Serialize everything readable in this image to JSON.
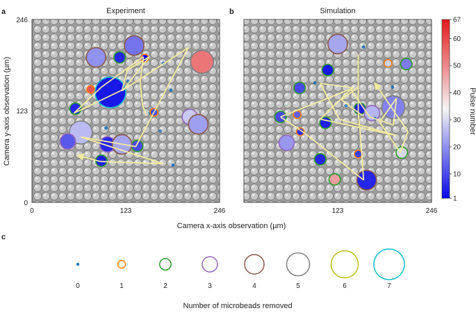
{
  "panels": {
    "a": {
      "letter": "a",
      "title": "Experiment"
    },
    "b": {
      "letter": "b",
      "title": "Simulation"
    },
    "c": {
      "letter": "c"
    }
  },
  "axes": {
    "xlabel": "Camera x-axis observation (µm)",
    "ylabel": "Camera y-axis observation (µm)",
    "ticks": [
      "0",
      "123",
      "246"
    ]
  },
  "colorbar": {
    "label": "Pulse number",
    "ticks": [
      "1",
      "10",
      "20",
      "30",
      "40",
      "50",
      "60",
      "67"
    ],
    "colors": {
      "low": "#0a0ae6",
      "mid": "#f4f4f4",
      "high": "#e41a1c"
    }
  },
  "legend": {
    "xlabel": "Number of microbeads removed",
    "items": [
      {
        "label": "0",
        "color": "#1f77b4"
      },
      {
        "label": "1",
        "color": "#ff7f0e"
      },
      {
        "label": "2",
        "color": "#2ca02c"
      },
      {
        "label": "3",
        "color": "#9467bd"
      },
      {
        "label": "4",
        "color": "#8c564b"
      },
      {
        "label": "5",
        "color": "#7f7f7f"
      },
      {
        "label": "6",
        "color": "#bcbd22"
      },
      {
        "label": "7",
        "color": "#17becf"
      }
    ]
  },
  "chart_data": [
    {
      "panel": "a",
      "type": "scatter",
      "title": "Experiment",
      "xlabel": "Camera x-axis observation (µm)",
      "ylabel": "Camera y-axis observation (µm)",
      "xlim": [
        0,
        246
      ],
      "ylim": [
        0,
        246
      ],
      "points": [
        {
          "x": 103,
          "y": 148,
          "removed": 7,
          "pulse": 3
        },
        {
          "x": 148,
          "y": 194,
          "removed": 1,
          "pulse": 1
        },
        {
          "x": 77,
          "y": 152,
          "removed": 1,
          "pulse": 58
        },
        {
          "x": 57,
          "y": 126,
          "removed": 2,
          "pulse": 5
        },
        {
          "x": 91,
          "y": 56,
          "removed": 2,
          "pulse": 4
        },
        {
          "x": 64,
          "y": 94,
          "removed": 5,
          "pulse": 26
        },
        {
          "x": 99,
          "y": 78,
          "removed": 3,
          "pulse": 5
        },
        {
          "x": 97,
          "y": 100,
          "removed": 0,
          "pulse": 18
        },
        {
          "x": 185,
          "y": 50,
          "removed": 0,
          "pulse": 12
        },
        {
          "x": 155,
          "y": 120,
          "removed": 0,
          "pulse": 6
        },
        {
          "x": 138,
          "y": 76,
          "removed": 2,
          "pulse": 10
        },
        {
          "x": 168,
          "y": 96,
          "removed": 0,
          "pulse": 27
        },
        {
          "x": 182,
          "y": 151,
          "removed": 0,
          "pulse": 13
        },
        {
          "x": 134,
          "y": 211,
          "removed": 4,
          "pulse": 16
        },
        {
          "x": 172,
          "y": 187,
          "removed": 0,
          "pulse": 30
        },
        {
          "x": 126,
          "y": 163,
          "removed": 0,
          "pulse": 24
        },
        {
          "x": 84,
          "y": 195,
          "removed": 4,
          "pulse": 20
        },
        {
          "x": 115,
          "y": 195,
          "removed": 2,
          "pulse": 5
        },
        {
          "x": 160,
          "y": 121,
          "removed": 1,
          "pulse": 10
        },
        {
          "x": 118,
          "y": 78,
          "removed": 4,
          "pulse": 23
        },
        {
          "x": 207,
          "y": 115,
          "removed": 3,
          "pulse": 28
        },
        {
          "x": 223,
          "y": 189,
          "removed": 5,
          "pulse": 53
        },
        {
          "x": 218,
          "y": 105,
          "removed": 4,
          "pulse": 22
        },
        {
          "x": 47,
          "y": 82,
          "removed": 3,
          "pulse": 12
        }
      ]
    },
    {
      "panel": "b",
      "type": "scatter",
      "title": "Simulation",
      "xlabel": "Camera x-axis observation (µm)",
      "ylabel": "Camera y-axis observation (µm)",
      "xlim": [
        0,
        246
      ],
      "ylim": [
        0,
        246
      ],
      "points": [
        {
          "x": 152,
          "y": 126,
          "removed": 2,
          "pulse": 4
        },
        {
          "x": 123,
          "y": 213,
          "removed": 4,
          "pulse": 23
        },
        {
          "x": 157,
          "y": 209,
          "removed": 0,
          "pulse": 12
        },
        {
          "x": 110,
          "y": 178,
          "removed": 2,
          "pulse": 3
        },
        {
          "x": 73,
          "y": 154,
          "removed": 2,
          "pulse": 10
        },
        {
          "x": 74,
          "y": 95,
          "removed": 1,
          "pulse": 6
        },
        {
          "x": 107,
          "y": 107,
          "removed": 2,
          "pulse": 4
        },
        {
          "x": 100,
          "y": 58,
          "removed": 2,
          "pulse": 5
        },
        {
          "x": 150,
          "y": 65,
          "removed": 1,
          "pulse": 8
        },
        {
          "x": 168,
          "y": 120,
          "removed": 3,
          "pulse": 25
        },
        {
          "x": 196,
          "y": 128,
          "removed": 5,
          "pulse": 18
        },
        {
          "x": 195,
          "y": 155,
          "removed": 0,
          "pulse": 11
        },
        {
          "x": 172,
          "y": 113,
          "removed": 0,
          "pulse": 15
        },
        {
          "x": 207,
          "y": 67,
          "removed": 2,
          "pulse": 30
        },
        {
          "x": 161,
          "y": 30,
          "removed": 4,
          "pulse": 5
        },
        {
          "x": 48,
          "y": 115,
          "removed": 2,
          "pulse": 10
        },
        {
          "x": 70,
          "y": 118,
          "removed": 1,
          "pulse": 13
        },
        {
          "x": 56,
          "y": 80,
          "removed": 3,
          "pulse": 21
        },
        {
          "x": 93,
          "y": 161,
          "removed": 0,
          "pulse": 13
        },
        {
          "x": 134,
          "y": 130,
          "removed": 0,
          "pulse": 24
        },
        {
          "x": 213,
          "y": 186,
          "removed": 2,
          "pulse": 17
        },
        {
          "x": 189,
          "y": 187,
          "removed": 1,
          "pulse": 29
        },
        {
          "x": 119,
          "y": 31,
          "removed": 2,
          "pulse": 47
        }
      ]
    }
  ],
  "trajectory": {
    "a": [
      [
        150,
        117
      ],
      [
        145,
        130
      ],
      [
        142,
        162
      ],
      [
        146,
        196
      ],
      [
        91,
        155
      ],
      [
        55,
        120
      ],
      [
        120,
        152
      ],
      [
        154,
        196
      ],
      [
        125,
        178
      ],
      [
        118,
        150
      ],
      [
        205,
        208
      ],
      [
        136,
        75
      ],
      [
        64,
        88
      ],
      [
        172,
        52
      ],
      [
        90,
        55
      ],
      [
        60,
        63
      ]
    ],
    "b": [
      [
        155,
        117
      ],
      [
        128,
        138
      ],
      [
        150,
        155
      ],
      [
        150,
        199
      ],
      [
        150,
        120
      ],
      [
        152,
        100
      ],
      [
        157,
        30
      ],
      [
        80,
        93
      ],
      [
        48,
        115
      ],
      [
        144,
        154
      ],
      [
        100,
        160
      ],
      [
        125,
        112
      ],
      [
        200,
        90
      ],
      [
        100,
        112
      ],
      [
        140,
        152
      ],
      [
        165,
        115
      ],
      [
        196,
        104
      ],
      [
        200,
        140
      ],
      [
        178,
        108
      ],
      [
        205,
        67
      ],
      [
        215,
        95
      ],
      [
        172,
        160
      ]
    ]
  }
}
